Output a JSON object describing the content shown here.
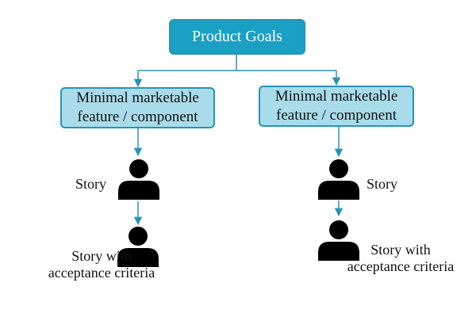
{
  "diagram": {
    "root": {
      "label": "Product Goals"
    },
    "branches": [
      {
        "feature": {
          "line1": "Minimal marketable",
          "line2": "feature / component"
        },
        "story": "Story",
        "story_ac": {
          "line1": "Story with",
          "line2": "acceptance criteria"
        }
      },
      {
        "feature": {
          "line1": "Minimal marketable",
          "line2": "feature / component"
        },
        "story": "Story",
        "story_ac": {
          "line1": "Story with",
          "line2": "acceptance criteria"
        }
      }
    ],
    "colors": {
      "root_fill": "#1aa0c4",
      "box_fill": "#a9dcea",
      "connector": "#2a93b3",
      "person_icon": "#000000"
    }
  }
}
